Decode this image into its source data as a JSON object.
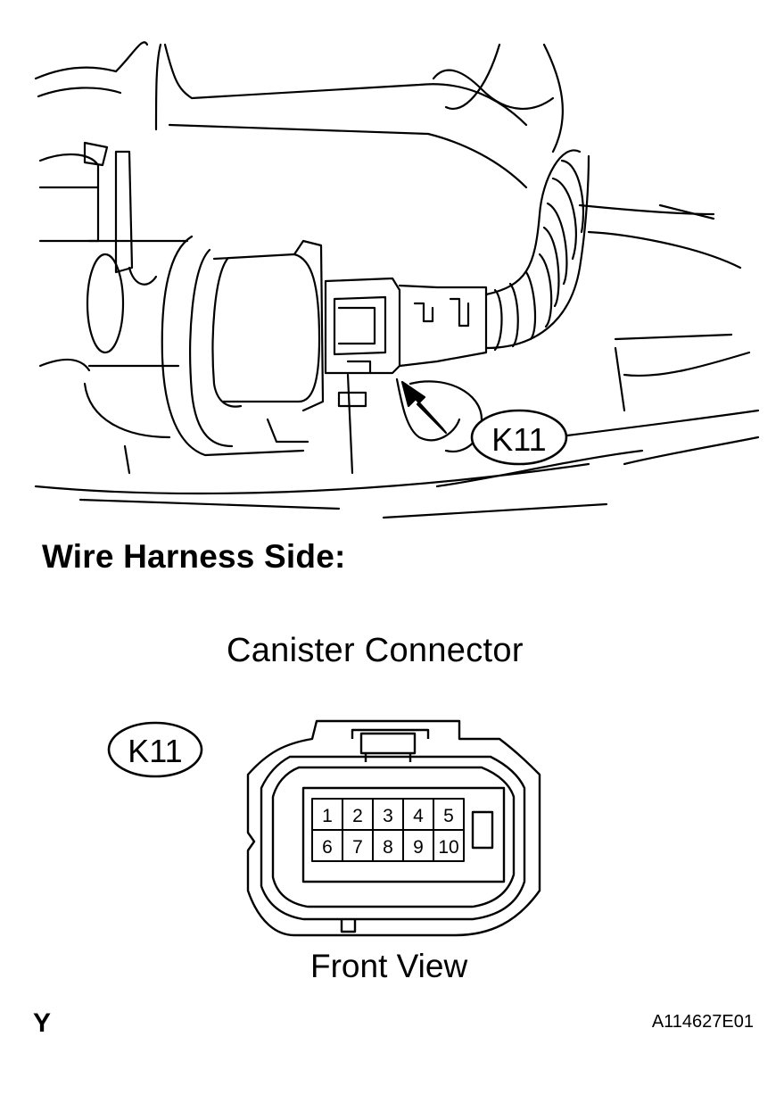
{
  "illustration": {
    "callout_label": "K11"
  },
  "heading": "Wire Harness Side:",
  "connector": {
    "title": "Canister Connector",
    "label": "K11",
    "pins_top": [
      "1",
      "2",
      "3",
      "4",
      "5"
    ],
    "pins_bottom": [
      "6",
      "7",
      "8",
      "9",
      "10"
    ],
    "view": "Front View"
  },
  "footer": {
    "letter": "Y",
    "figure_code": "A114627E01"
  }
}
